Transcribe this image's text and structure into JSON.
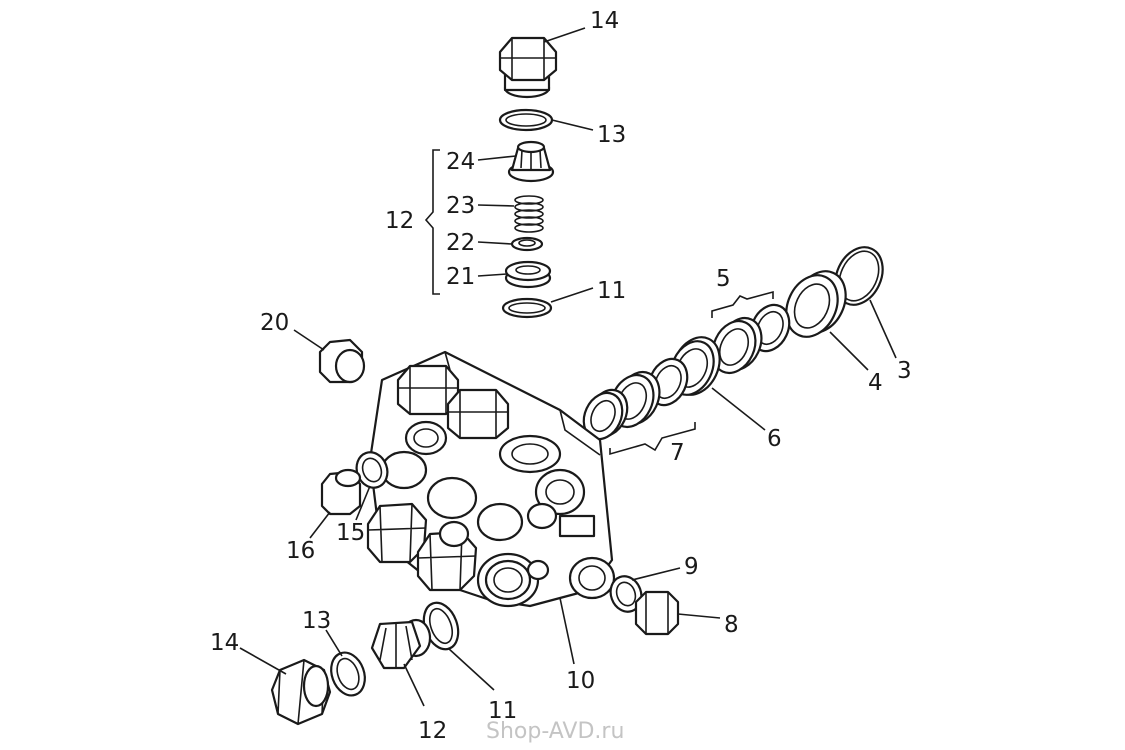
{
  "diagram": {
    "labels": {
      "l3": "3",
      "l4": "4",
      "l5": "5",
      "l6": "6",
      "l7": "7",
      "l8": "8",
      "l9": "9",
      "l10": "10",
      "l11_top": "11",
      "l11_bottom": "11",
      "l12_group": "12",
      "l12_bottom": "12",
      "l13_top": "13",
      "l13_bottom": "13",
      "l14_top": "14",
      "l14_bottom": "14",
      "l15": "15",
      "l16": "16",
      "l20": "20",
      "l21": "21",
      "l22": "22",
      "l23": "23",
      "l24": "24"
    },
    "watermark": "Shop-AVD.ru"
  }
}
